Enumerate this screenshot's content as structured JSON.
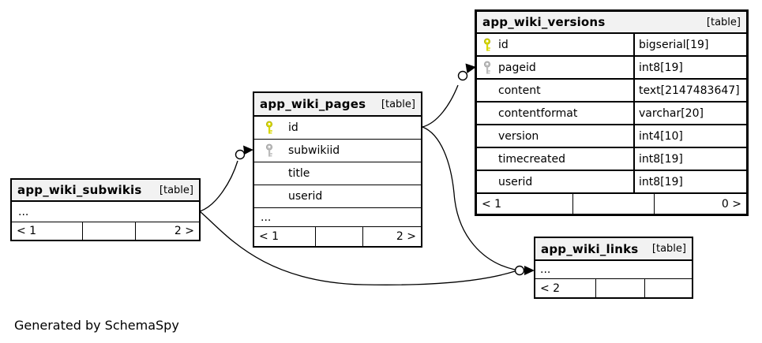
{
  "note": "Generated by SchemaSpy",
  "colors": {
    "pk_key": "#d8d800",
    "pk_key_dark": "#9a9a00",
    "fk_key": "#bbbbbb",
    "fk_key_dark": "#8f8f8f",
    "header_bg": "#f2f2f2",
    "border": "#000000"
  },
  "tables": {
    "subwikis": {
      "title": "app_wiki_subwikis",
      "tag": "[table]",
      "ellipsis": "...",
      "footer": {
        "left": "< 1",
        "mid": "",
        "right": "2 >"
      }
    },
    "pages": {
      "title": "app_wiki_pages",
      "tag": "[table]",
      "columns": [
        {
          "name": "id",
          "key": "primary"
        },
        {
          "name": "subwikiid",
          "key": "foreign"
        },
        {
          "name": "title",
          "key": "none"
        },
        {
          "name": "userid",
          "key": "none"
        }
      ],
      "ellipsis": "...",
      "footer": {
        "left": "< 1",
        "mid": "",
        "right": "2 >"
      }
    },
    "versions": {
      "title": "app_wiki_versions",
      "tag": "[table]",
      "columns": [
        {
          "name": "id",
          "type": "bigserial[19]",
          "key": "primary"
        },
        {
          "name": "pageid",
          "type": "int8[19]",
          "key": "foreign"
        },
        {
          "name": "content",
          "type": "text[2147483647]",
          "key": "none"
        },
        {
          "name": "contentformat",
          "type": "varchar[20]",
          "key": "none"
        },
        {
          "name": "version",
          "type": "int4[10]",
          "key": "none"
        },
        {
          "name": "timecreated",
          "type": "int8[19]",
          "key": "none"
        },
        {
          "name": "userid",
          "type": "int8[19]",
          "key": "none"
        }
      ],
      "footer": {
        "left": "< 1",
        "mid": "",
        "right": "0 >"
      }
    },
    "links": {
      "title": "app_wiki_links",
      "tag": "[table]",
      "ellipsis": "...",
      "footer": {
        "left": "< 2",
        "mid": "",
        "right": ""
      }
    }
  }
}
